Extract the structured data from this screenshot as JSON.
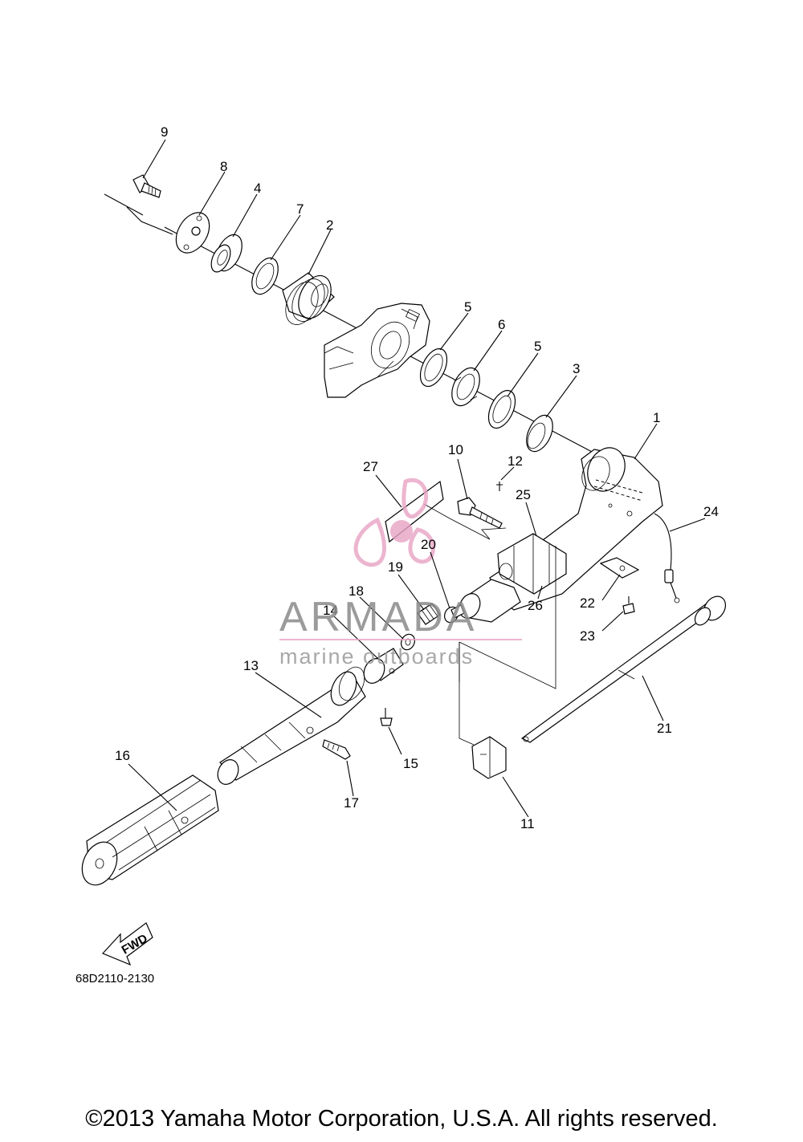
{
  "diagram": {
    "part_labels": {
      "p1": "1",
      "p2": "2",
      "p3": "3",
      "p4": "4",
      "p5a": "5",
      "p5b": "5",
      "p6": "6",
      "p7": "7",
      "p8": "8",
      "p9": "9",
      "p10": "10",
      "p11": "11",
      "p12": "12",
      "p13": "13",
      "p14": "14",
      "p15": "15",
      "p16": "16",
      "p17": "17",
      "p18": "18",
      "p19": "19",
      "p20": "20",
      "p21": "21",
      "p22": "22",
      "p23": "23",
      "p24": "24",
      "p25": "25",
      "p26": "26",
      "p27": "27"
    },
    "fwd_label": "FWD",
    "diagram_code": "68D2110-2130"
  },
  "watermark": {
    "brand": "ARMADA",
    "tagline": "marine outboards",
    "colors": {
      "logo": "#e8a3c4",
      "text": "#8a8a8a"
    }
  },
  "footer": {
    "copyright": "©2013 Yamaha Motor Corporation, U.S.A. All rights reserved."
  }
}
